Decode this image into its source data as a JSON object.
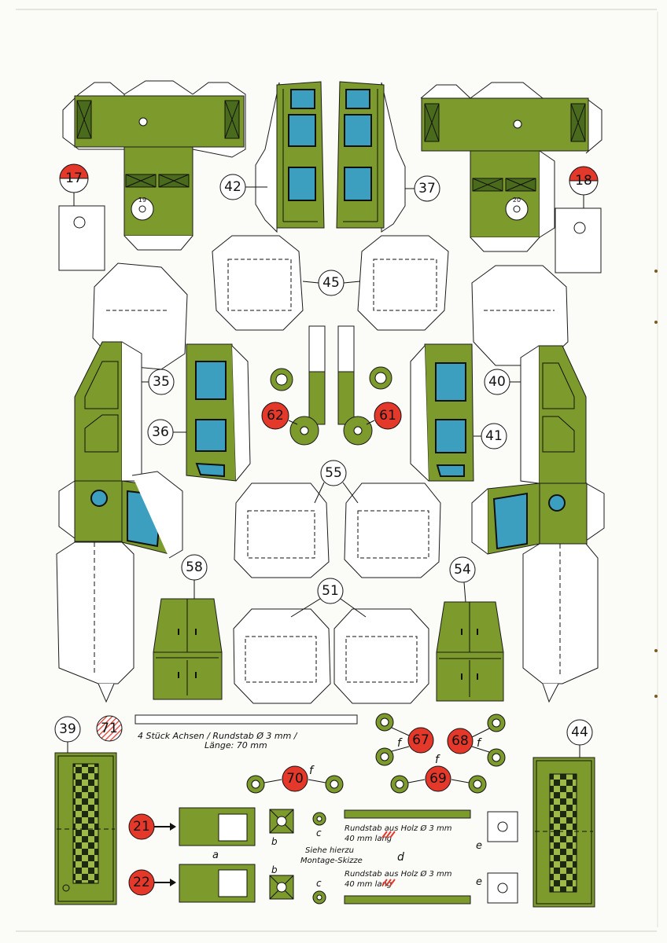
{
  "colors": {
    "paper": "#fbfbf8",
    "green": "#7d9a2c",
    "green_light": "#9fb84a",
    "green_dark": "#2f4a14",
    "blue": "#3d9fbf",
    "red": "#e4382b",
    "hatch": "#e4382b",
    "outline": "#1b1b1b"
  },
  "labels": {
    "p17": "17",
    "p18": "18",
    "p19": "19",
    "p20": "20",
    "p21": "21",
    "p22": "22",
    "p35": "35",
    "p36": "36",
    "p37": "37",
    "p39": "39",
    "p40": "40",
    "p41": "41",
    "p42": "42",
    "p44": "44",
    "p45": "45",
    "p51": "51",
    "p54": "54",
    "p55": "55",
    "p58": "58",
    "p61": "61",
    "p62": "62",
    "p67": "67",
    "p68": "68",
    "p69": "69",
    "p70": "70",
    "p71": "71"
  },
  "letters": {
    "a": "a",
    "b": "b",
    "c": "c",
    "d": "d",
    "e": "e",
    "f": "f"
  },
  "notes": {
    "axles_line1": "4 Stück Achsen / Rundstab Ø 3 mm /",
    "axles_line2": "Länge: 70 mm",
    "rod1_line1": "Rundstab aus Holz Ø 3 mm",
    "rod1_line2": "40 mm lang",
    "see_line1": "Siehe hierzu",
    "see_line2": "Montage-Skizze",
    "rod2_line1": "Rundstab aus Holz Ø 3 mm",
    "rod2_line2": "40 mm lang"
  }
}
